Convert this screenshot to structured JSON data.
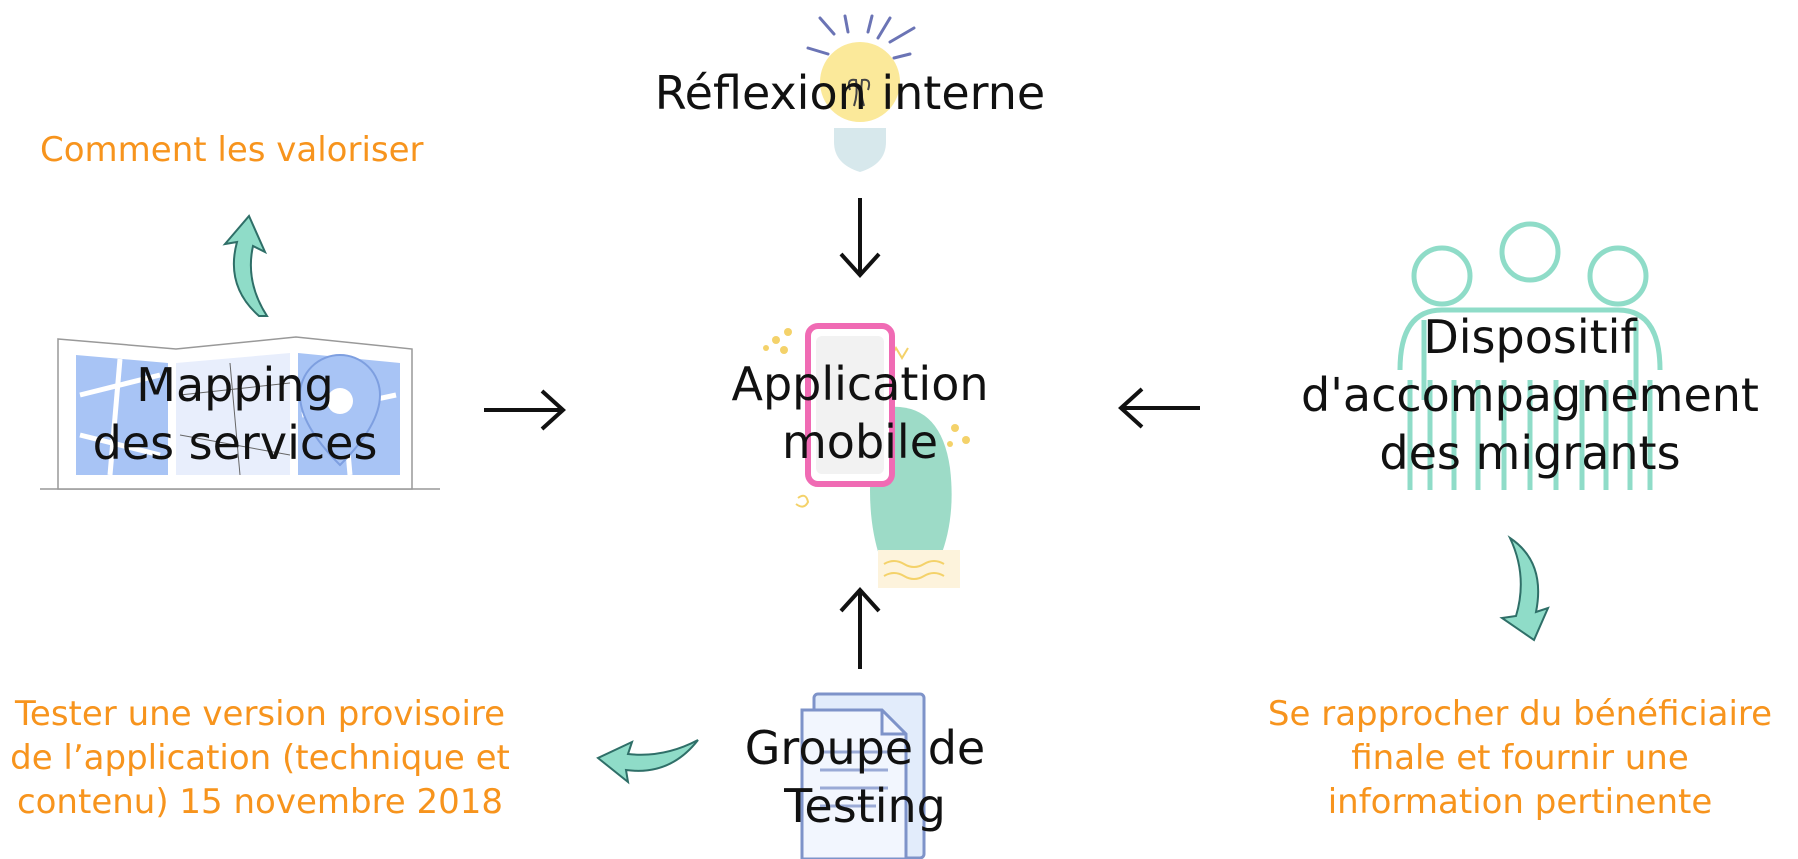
{
  "nodes": {
    "center": {
      "line1": "Application",
      "line2": "mobile"
    },
    "top": {
      "label": "Réflexion interne"
    },
    "left": {
      "line1": "Mapping",
      "line2": "des services"
    },
    "right": {
      "line1": "Dispositif",
      "line2": "d'accompagnement",
      "line3": "des migrants"
    },
    "bottom": {
      "line1": "Groupe de",
      "line2": "Testing"
    }
  },
  "notes": {
    "top_left": "Comment les valoriser",
    "bottom_left": [
      "Tester une version provisoire",
      "de l’application (technique et",
      "contenu) 15 novembre 2018"
    ],
    "bottom_right": [
      "Se rapprocher du bénéficiaire",
      "finale et fournir une",
      "information pertinente"
    ]
  },
  "colors": {
    "note_text": "#f7941d",
    "arrow_teal": "#8fdcc8",
    "bulb_yellow": "#fbe99a",
    "phone_pink": "#f06bb4",
    "map_blue": "#a8c4f5"
  },
  "icons": {
    "top": "lightbulb-icon",
    "center": "phone-in-hand-icon",
    "left": "map-icon",
    "right": "group-of-people-icon",
    "bottom": "documents-icon"
  }
}
